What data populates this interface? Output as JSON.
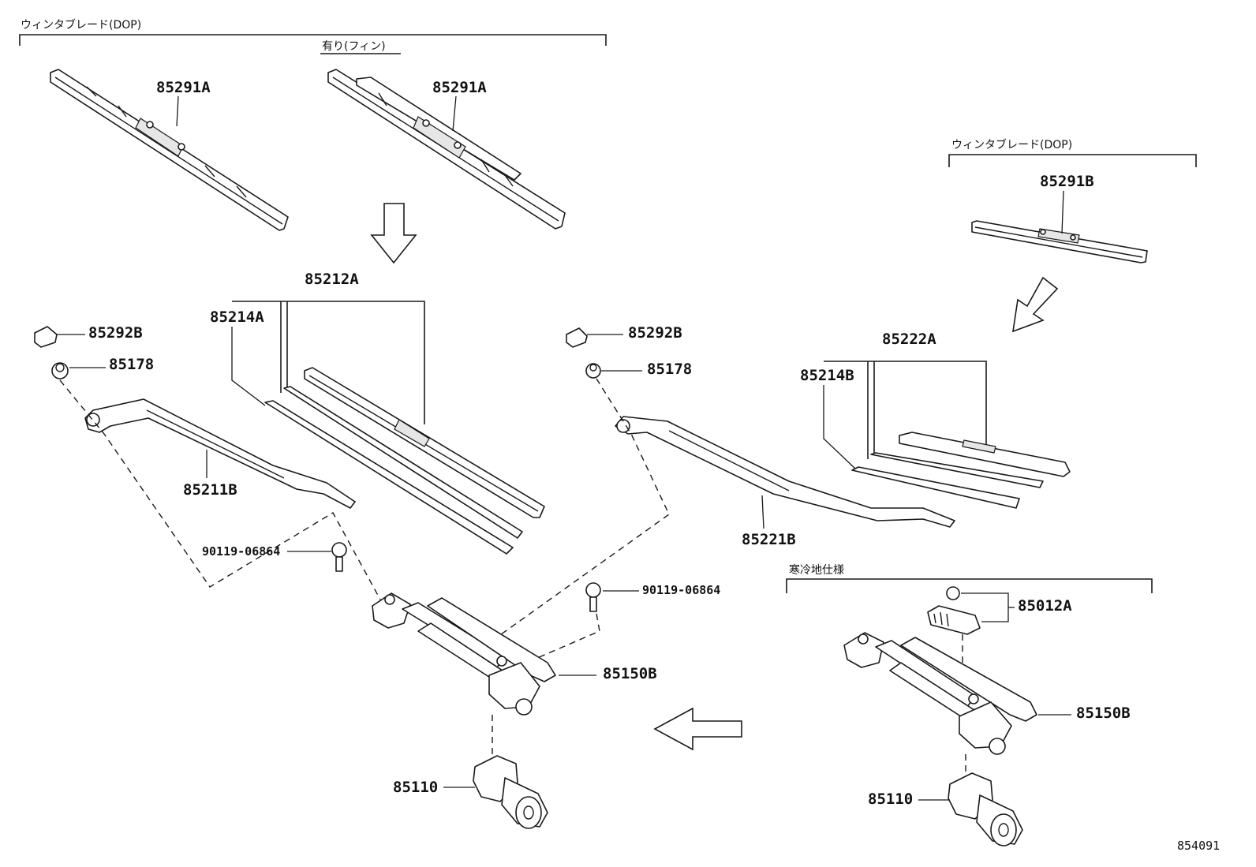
{
  "sections": {
    "winter_blade_left": "ウィンタブレード(DOP)",
    "with_fin": "有り(フィン)",
    "winter_blade_right": "ウィンタブレード(DOP)",
    "cold_spec": "寒冷地仕様"
  },
  "parts": {
    "blade_a_1": "85291A",
    "blade_a_2": "85291A",
    "blade_b": "85291B",
    "blade_assy_a": "85212A",
    "refill_a": "85214A",
    "cap_left": "85292B",
    "nut_left": "85178",
    "arm_left": "85211B",
    "bolt_left": "90119-06864",
    "cap_right": "85292B",
    "nut_right": "85178",
    "bolt_right": "90119-06864",
    "link_left": "85150B",
    "motor_left": "85110",
    "arm_right": "85221B",
    "blade_assy_b": "85222A",
    "refill_b": "85214B",
    "cover_cold": "85012A",
    "link_right": "85150B",
    "motor_right": "85110"
  },
  "diagram_id": "854091"
}
